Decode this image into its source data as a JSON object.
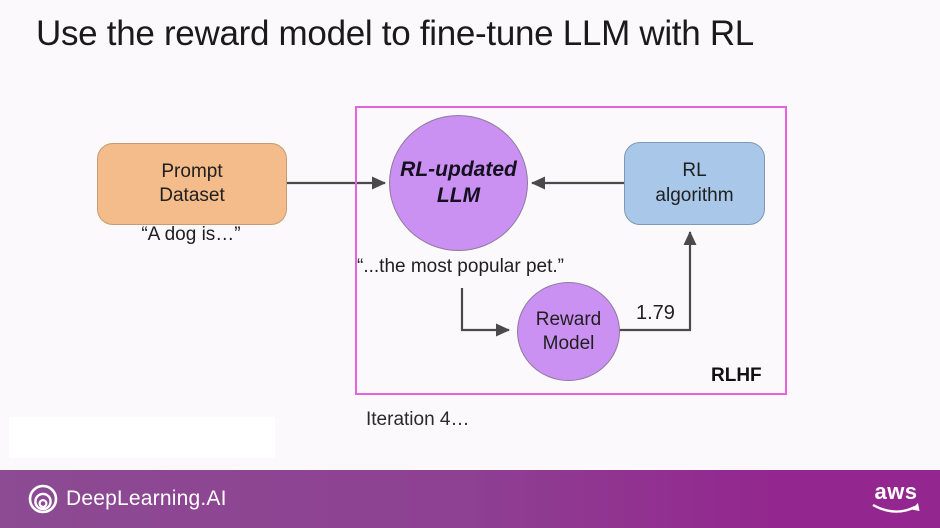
{
  "slide": {
    "title": "Use the reward model to fine-tune LLM with RL",
    "iteration_caption": "Iteration 4…"
  },
  "diagram": {
    "prompt_dataset_label": "Prompt Dataset",
    "prompt_example": "“A dog is…”",
    "llm_label": "RL-updated LLM",
    "rl_algorithm_label": "RL algorithm",
    "completion_example": "“...the most popular pet.”",
    "reward_model_label": "Reward Model",
    "reward_score": "1.79",
    "box_label": "RLHF"
  },
  "footer": {
    "brand": "DeepLearning.AI",
    "aws_label": "aws"
  },
  "colors": {
    "title_text": "#1a1a1a",
    "prompt_box_fill": "#f4bc8a",
    "prompt_box_border": "#c79b6d",
    "circle_fill": "#ca90f2",
    "circle_border": "#8f7a9e",
    "rl_box_fill": "#a9c7e8",
    "rl_box_border": "#7e99b5",
    "rlhf_border": "#e763dc",
    "arrow": "#4a4a4a",
    "footer_gradient_left": "#8c4b92",
    "footer_gradient_right": "#93278f"
  }
}
